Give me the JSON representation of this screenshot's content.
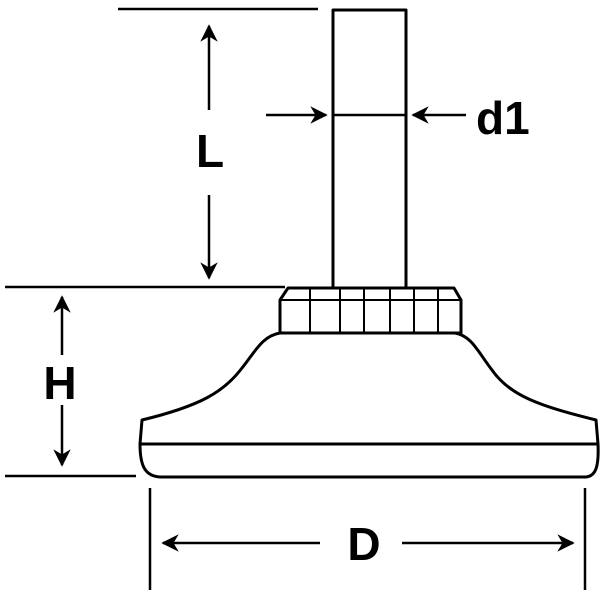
{
  "labels": {
    "length": "L",
    "diameter_stem": "d1",
    "height": "H",
    "diameter_base": "D"
  },
  "colors": {
    "stroke": "#000000",
    "fill": "#ffffff"
  }
}
